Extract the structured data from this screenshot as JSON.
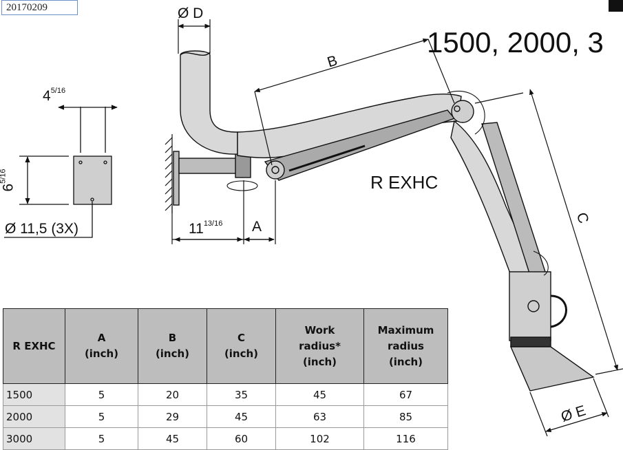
{
  "stamp": "20170209",
  "title": "1500, 2000, 3",
  "model_label": "R EXHC",
  "dims": {
    "d": "Ø D",
    "b": "B",
    "c": "C",
    "e": "Ø E",
    "a": "A",
    "width_base": "4",
    "width_frac": "5/16",
    "height_base": "6",
    "height_frac": "5/16",
    "holes": "Ø 11,5 (3X)",
    "offset_base": "11",
    "offset_frac": "13/16"
  },
  "table": {
    "headers": [
      [
        "R EXHC"
      ],
      [
        "A",
        "(inch)"
      ],
      [
        "B",
        "(inch)"
      ],
      [
        "C",
        "(inch)"
      ],
      [
        "Work",
        "radius*",
        "(inch)"
      ],
      [
        "Maximum",
        "radius",
        "(inch)"
      ]
    ],
    "rows": [
      [
        "1500",
        "5",
        "20",
        "35",
        "45",
        "67"
      ],
      [
        "2000",
        "5",
        "29",
        "45",
        "63",
        "85"
      ],
      [
        "3000",
        "5",
        "45",
        "60",
        "102",
        "116"
      ]
    ]
  }
}
